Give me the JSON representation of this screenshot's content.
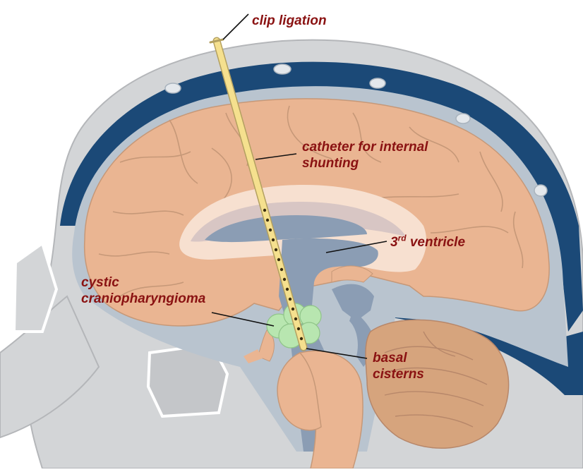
{
  "labels": {
    "clip_ligation": "clip ligation",
    "catheter_line1": "catheter for internal",
    "catheter_line2": "shunting",
    "ventricle_prefix": "3",
    "ventricle_sup": "rd",
    "ventricle_suffix": " ventricle",
    "cystic_line1": "cystic",
    "cystic_line2": "craniopharyngioma",
    "basal_line1": "basal",
    "basal_line2": "cisterns"
  },
  "colors": {
    "label_text": "#8a1212",
    "skull": "#d3d5d7",
    "skull_edge": "#b4b6b9",
    "sinus": "#1b4977",
    "csf": "#b9c4cf",
    "brain": "#eab592",
    "brain_edge": "#c69878",
    "ventricle": "#8b9db4",
    "corpus_callosum": "#f7e0d0",
    "catheter": "#f5e08e",
    "cyst": "#b8e6b0"
  }
}
